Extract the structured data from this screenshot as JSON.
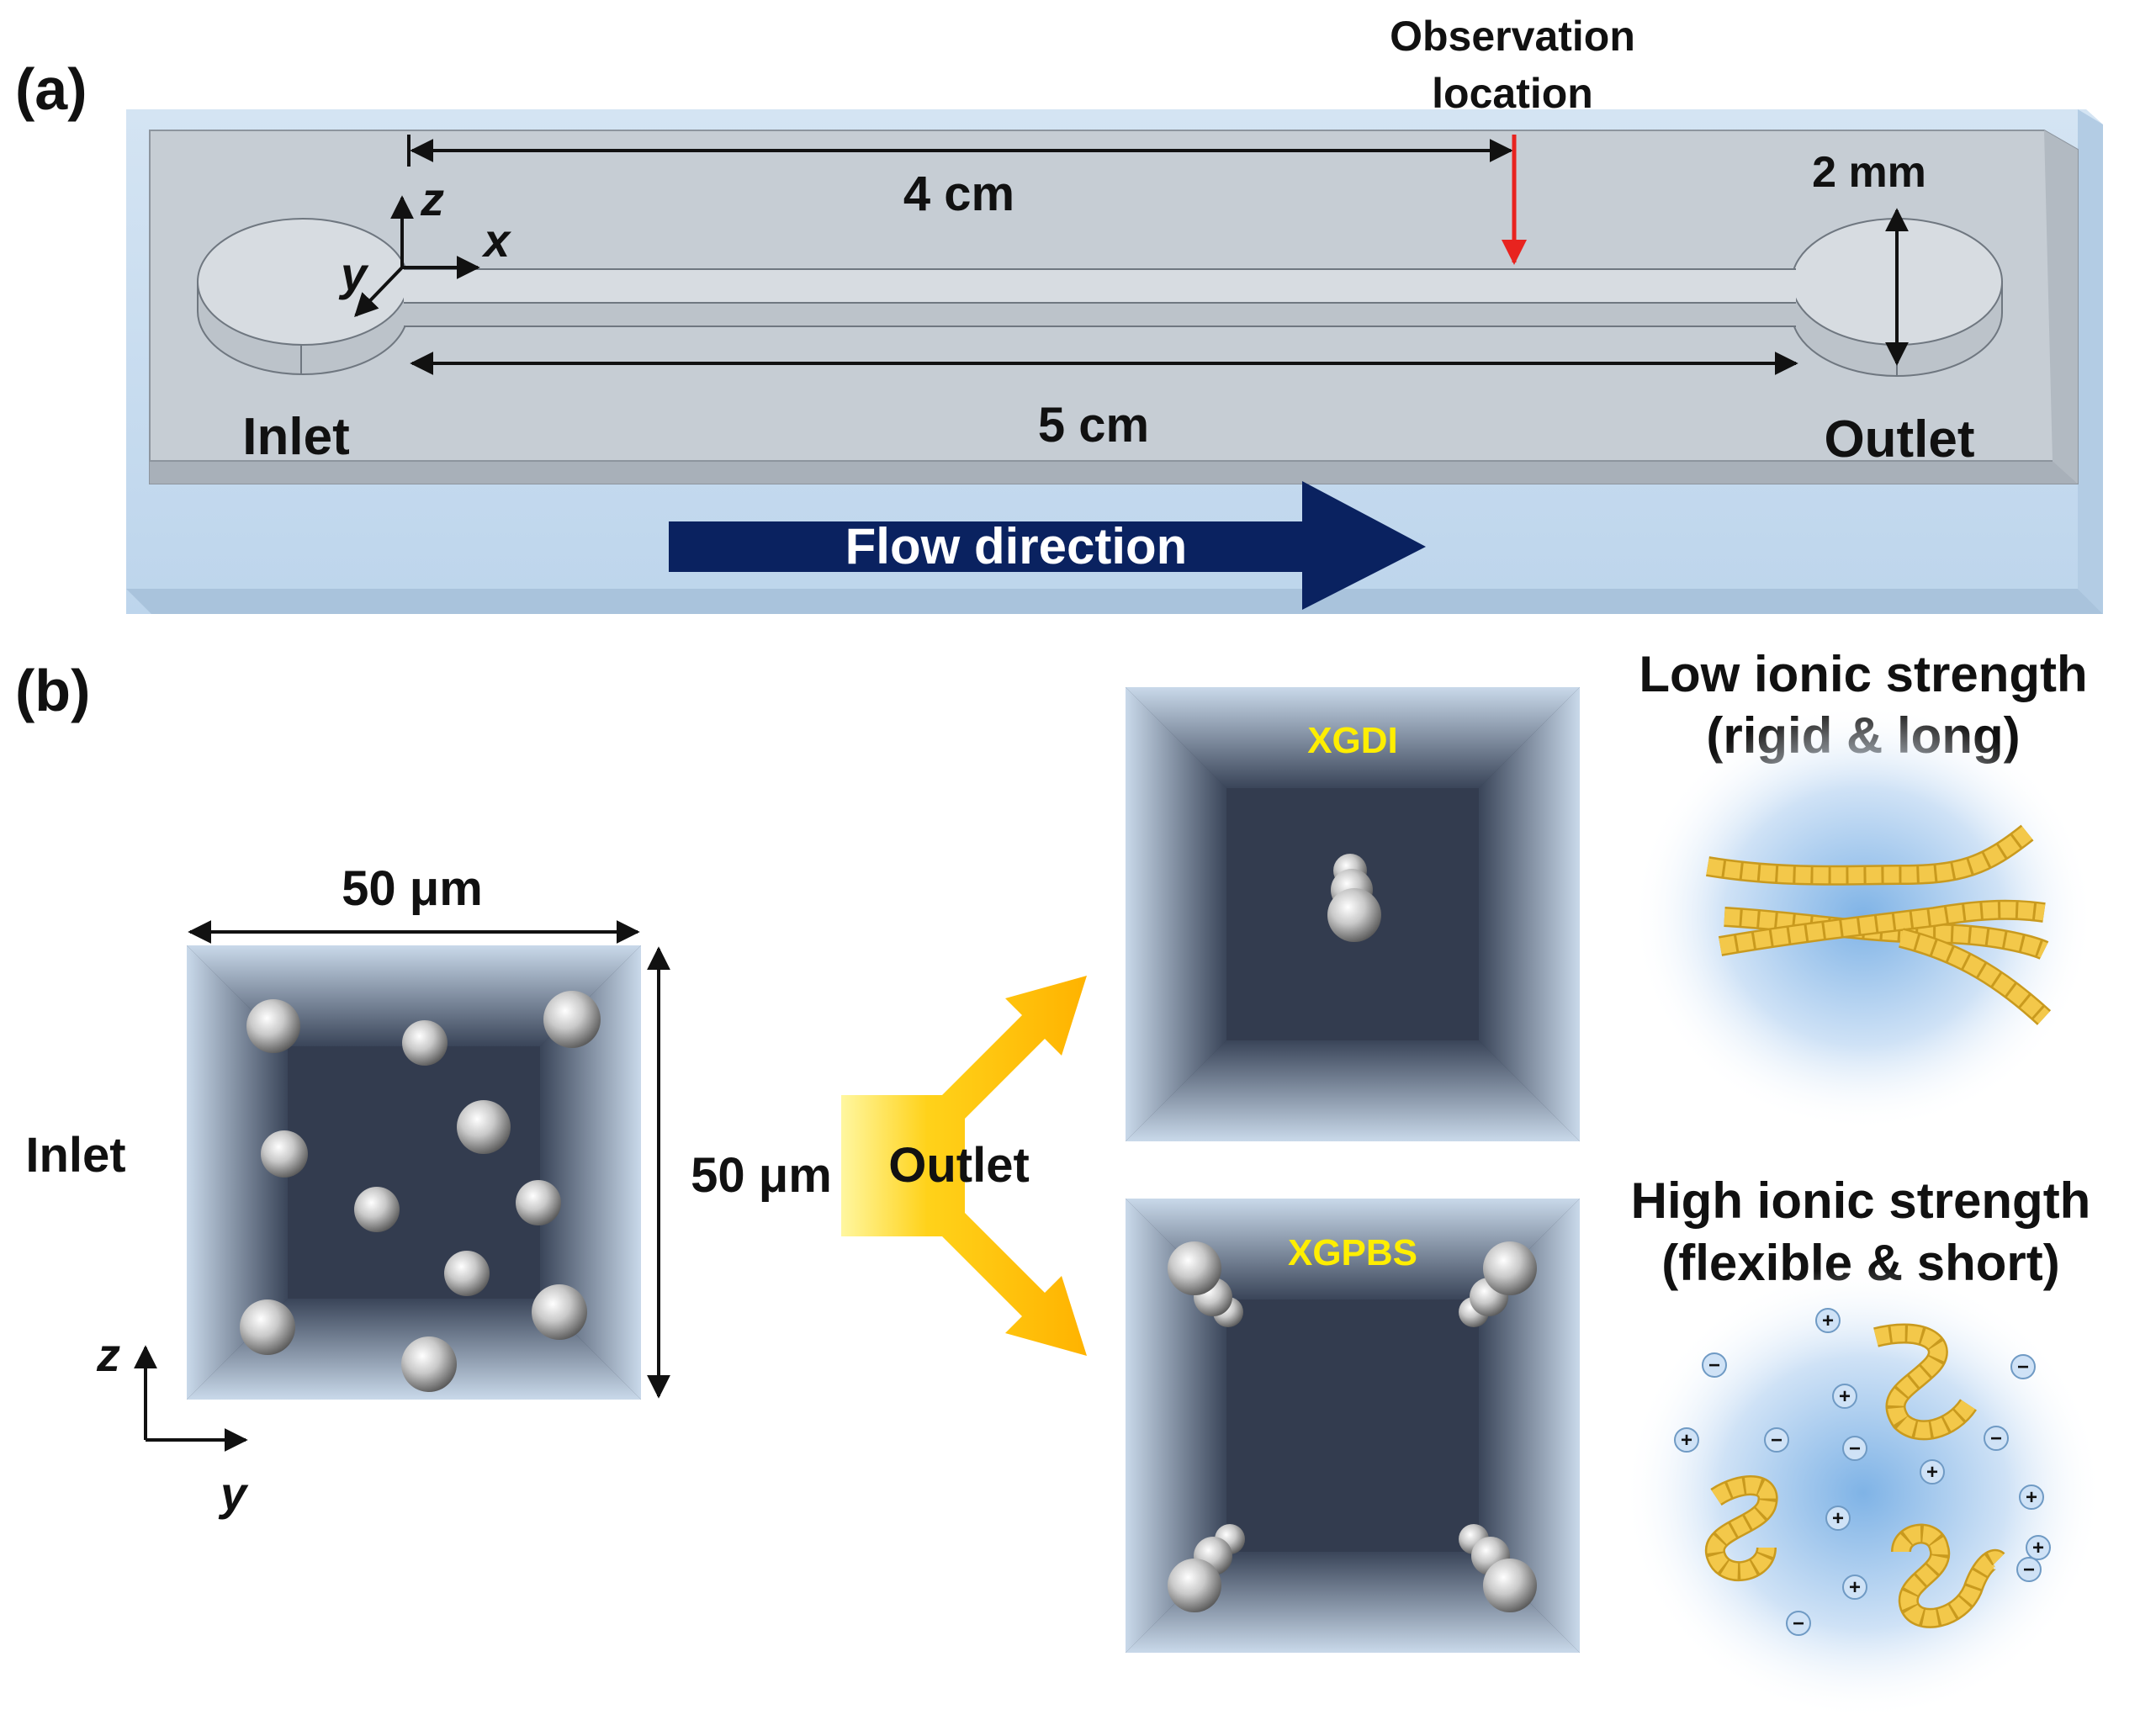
{
  "panel_a": {
    "label": "(a)",
    "observation_label": [
      "Observation",
      "location"
    ],
    "length_4": "4 cm",
    "length_5": "5 cm",
    "width_label": "2 mm",
    "inlet": "Inlet",
    "outlet": "Outlet",
    "flow": "Flow direction",
    "axes": {
      "z": "z",
      "x": "x",
      "y": "y"
    }
  },
  "panel_b": {
    "label": "(b)",
    "inlet": "Inlet",
    "width": "50 μm",
    "height": "50 μm",
    "outlet_arrow": "Outlet",
    "xgdi": "XGDI",
    "xgpbs": "XGPBS",
    "low_title": [
      "Low ionic strength",
      "(rigid & long)"
    ],
    "high_title": [
      "High ionic strength",
      "(flexible & short)"
    ],
    "axes": {
      "z": "z",
      "y": "y"
    },
    "plus_sign": "+",
    "minus_sign": "−"
  },
  "colors": {
    "chip": "#c4ccd4",
    "chip_base": "#c8ddf0",
    "flow_arrow": "#0a2260",
    "marker": "#e8231f",
    "label_yellow": "#ffee00",
    "fiber": "#f3c84a",
    "outlet_arrow": "#ffb300",
    "channel_dark": "#333c4f"
  }
}
